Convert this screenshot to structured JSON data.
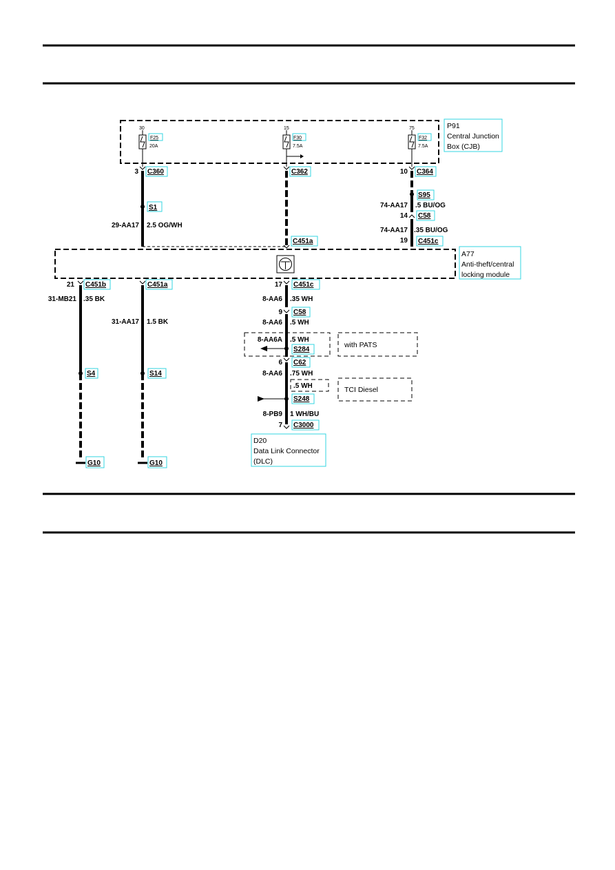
{
  "jb": {
    "name": "P91",
    "desc1": "Central Junction",
    "desc2": "Box (CJB)",
    "fuses": [
      {
        "pin": "30",
        "id": "F25",
        "rating": "20A"
      },
      {
        "pin": "15",
        "id": "F30",
        "rating": "7.5A"
      },
      {
        "pin": "75",
        "id": "F32",
        "rating": "7.5A"
      }
    ]
  },
  "module": {
    "name": "A77",
    "desc1": "Anti-theft/central",
    "desc2": "locking module"
  },
  "dlc": {
    "name": "D20",
    "desc1": "Data Link Connector",
    "desc2": "(DLC)"
  },
  "upper": {
    "c360": {
      "pin": "3",
      "ref": "C360"
    },
    "s1": "S1",
    "w1": {
      "circuit": "29-AA17",
      "spec": "2.5 OG/WH"
    },
    "c362": {
      "ref": "C362"
    },
    "c451a_top": "C451a",
    "c364": {
      "pin": "10",
      "ref": "C364"
    },
    "s95": "S95",
    "w3a": {
      "circuit": "74-AA17",
      "spec": ".5 BU/OG"
    },
    "c58_top": {
      "pin": "14",
      "ref": "C58"
    },
    "w3b": {
      "circuit": "74-AA17",
      "spec": ".35 BU/OG"
    },
    "c451c_top": {
      "pin": "19",
      "ref": "C451c"
    }
  },
  "lower": {
    "c451b": {
      "pin": "21",
      "ref": "C451b"
    },
    "w_left": {
      "circuit": "31-MB21",
      "spec": ".35 BK"
    },
    "s4": "S4",
    "g10_left": "G10",
    "c451a_bottom": "C451a",
    "w_mid": {
      "circuit": "31-AA17",
      "spec": "1.5 BK"
    },
    "s14": "S14",
    "g10_mid": "G10",
    "c451c_bottom": {
      "pin": "17",
      "ref": "C451c"
    },
    "w_r1": {
      "circuit": "8-AA6",
      "spec": ".35 WH"
    },
    "c58": {
      "pin": "9",
      "ref": "C58"
    },
    "w_r2": {
      "circuit": "8-AA6",
      "spec": ".5 WH"
    },
    "w_pats": {
      "circuit": "8-AA6A",
      "spec": ".5 WH"
    },
    "s284": "S284",
    "pats_note": "with PATS",
    "c62": {
      "pin": "6",
      "ref": "C62"
    },
    "w_r3": {
      "circuit": "8-AA6",
      "spec": ".75 WH"
    },
    "w_tci": {
      "spec": ".5 WH"
    },
    "s248": "S248",
    "tci_note": "TCI Diesel",
    "w_r4": {
      "circuit": "8-PB9",
      "spec": "1 WH/BU"
    },
    "c3000": {
      "pin": "7",
      "ref": "C3000"
    }
  }
}
